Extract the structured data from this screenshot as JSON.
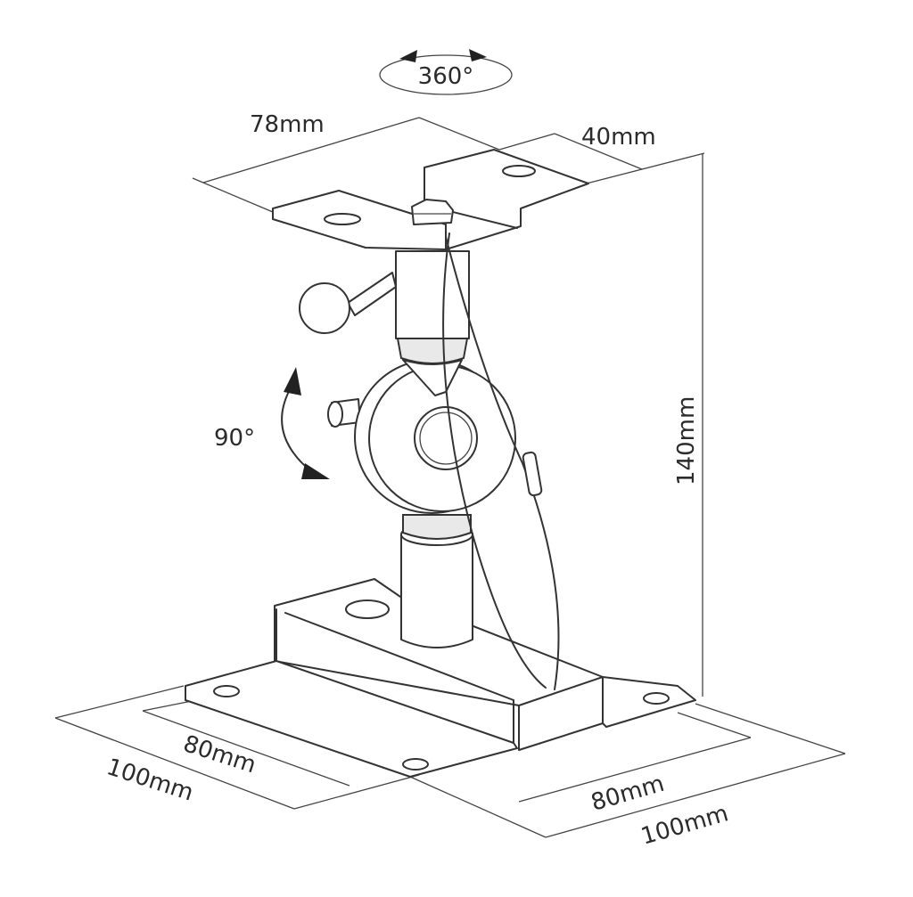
{
  "labels": {
    "rotation_360": "360°",
    "tilt_90": "90°",
    "top_width": "78mm",
    "top_depth": "40mm",
    "height": "140mm",
    "base_left_inner": "80mm",
    "base_left_outer": "100mm",
    "base_right_inner": "80mm",
    "base_right_outer": "100mm"
  },
  "colors": {
    "line": "#333333",
    "text": "#2b2b2b",
    "background": "#ffffff"
  }
}
